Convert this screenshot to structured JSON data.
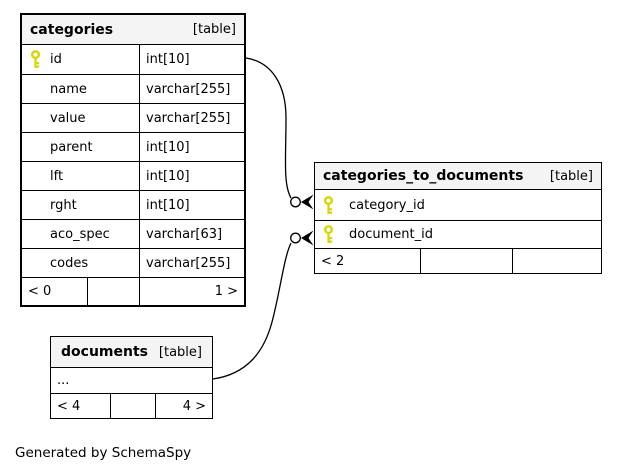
{
  "tables": [
    {
      "name": "categories",
      "badge": "[table]",
      "columns": [
        {
          "name": "id",
          "type": "int[10]",
          "key": true
        },
        {
          "name": "name",
          "type": "varchar[255]",
          "key": false
        },
        {
          "name": "value",
          "type": "varchar[255]",
          "key": false
        },
        {
          "name": "parent",
          "type": "int[10]",
          "key": false
        },
        {
          "name": "lft",
          "type": "int[10]",
          "key": false
        },
        {
          "name": "rght",
          "type": "int[10]",
          "key": false
        },
        {
          "name": "aco_spec",
          "type": "varchar[63]",
          "key": false
        },
        {
          "name": "codes",
          "type": "varchar[255]",
          "key": false
        }
      ],
      "footer": {
        "left": "< 0",
        "middle": "",
        "right": "1 >"
      }
    },
    {
      "name": "categories_to_documents",
      "badge": "[table]",
      "columns": [
        {
          "name": "category_id",
          "key": true
        },
        {
          "name": "document_id",
          "key": true
        }
      ],
      "footer": {
        "left": "< 2",
        "middle": "",
        "right": ""
      }
    },
    {
      "name": "documents",
      "badge": "[table]",
      "columns": [
        {
          "name": "...",
          "key": false
        }
      ],
      "footer": {
        "left": "< 4",
        "middle": "",
        "right": "4 >"
      }
    }
  ],
  "relationships": [
    {
      "from": "categories.id",
      "to": "categories_to_documents.category_id"
    },
    {
      "from": "documents",
      "to": "categories_to_documents.document_id"
    }
  ],
  "caption": "Generated by SchemaSpy",
  "colors": {
    "header_bg": "#f4f4f4",
    "border": "#000000",
    "key_icon": "#d6d600",
    "background": "#ffffff"
  }
}
